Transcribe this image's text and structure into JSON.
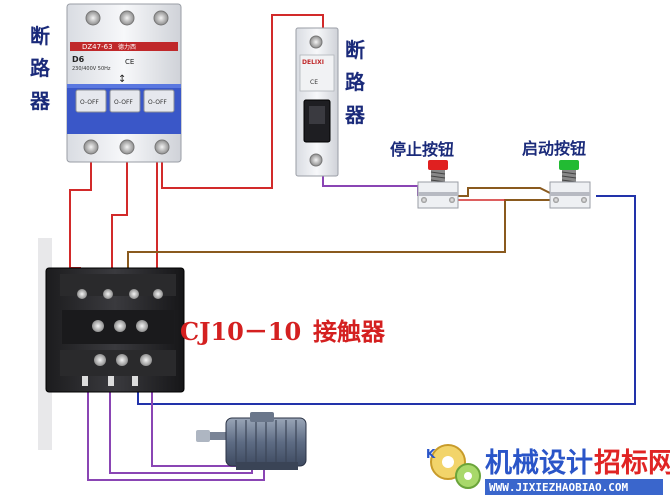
{
  "breaker_left": {
    "label": [
      "断",
      "路",
      "器"
    ],
    "model": "DZ47-63",
    "brand": "德力西",
    "rating": "D6",
    "spec": "230/400V 50Hz",
    "off_labels": [
      "O-OFF",
      "O-OFF",
      "O-OFF"
    ]
  },
  "breaker_right": {
    "label": [
      "断",
      "路",
      "器"
    ],
    "brand": "DELIXI"
  },
  "stop_button": {
    "label": "停止按钮"
  },
  "start_button": {
    "label": "启动按钮"
  },
  "contactor": {
    "label_latin": "CJ10－10",
    "label_cn": "接触器"
  },
  "watermark": {
    "text_a": "机械设计",
    "text_b": "招标网",
    "url": "WWW.JIXIEZHAOBIAO.COM"
  },
  "colors": {
    "wire_red": "#d22a2a",
    "wire_brown": "#8a5a1e",
    "wire_blue": "#2233aa",
    "wire_purple": "#8a45b4",
    "breaker_blue": "#3a57c8",
    "label_blue": "#1a2a7a",
    "title_red": "#d42020",
    "stop_red": "#e02020",
    "start_green": "#22bb33",
    "brand_blue": "#2a55c8",
    "brand_red": "#e02424"
  }
}
